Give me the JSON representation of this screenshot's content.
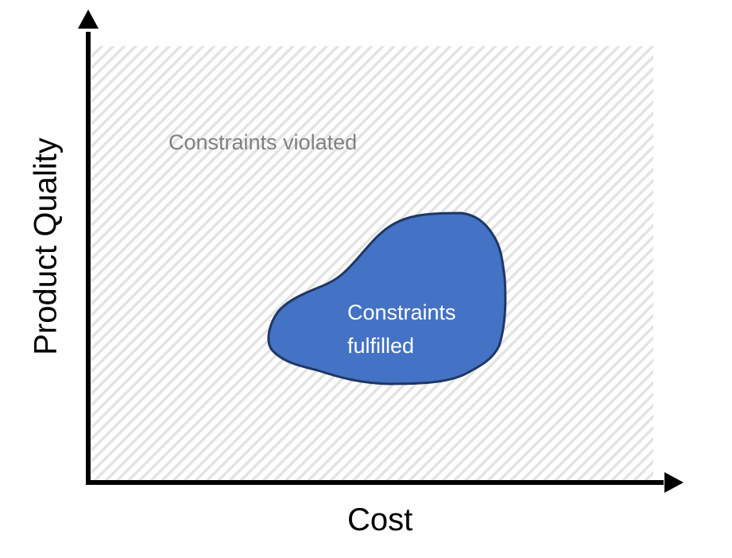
{
  "diagram": {
    "x_axis_label": "Cost",
    "y_axis_label": "Product Quality",
    "outer_region_label": "Constraints violated",
    "inner_region_label_line1": "Constraints",
    "inner_region_label_line2": "fulfilled",
    "colors": {
      "hatch": "#e3e3e3",
      "blob_fill": "#4472c4",
      "blob_stroke": "#1f3864",
      "outer_text": "#808080"
    }
  }
}
